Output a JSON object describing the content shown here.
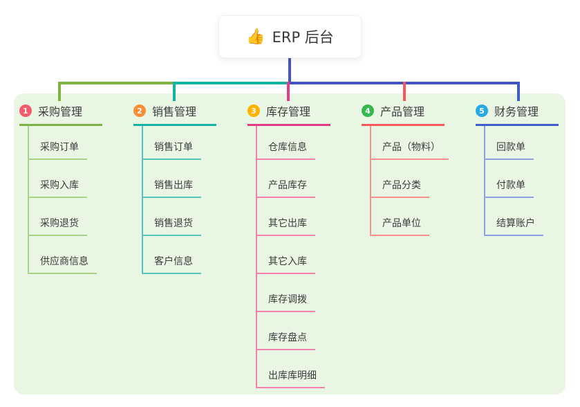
{
  "root": {
    "icon": "👍",
    "title": "ERP 后台",
    "connector_color": "#4456c5"
  },
  "canvas": {
    "background": "#ffffff",
    "panel_color": "#eaf6e4",
    "text_color": "#3c3c3c"
  },
  "bus": {
    "left_segment_color": "#7cb342",
    "middle_segment_color": "#14b3a4",
    "right_segment_color": "#4153c1"
  },
  "branches": [
    {
      "number": "1",
      "label": "采购管理",
      "badge_color": "#f4596c",
      "line_color": "#7cb342",
      "light_color": "#a8d285",
      "items": [
        "采购订单",
        "采购入库",
        "采购退货",
        "供应商信息"
      ]
    },
    {
      "number": "2",
      "label": "销售管理",
      "badge_color": "#fb8d34",
      "line_color": "#14b3a4",
      "light_color": "#56c6ba",
      "items": [
        "销售订单",
        "销售出库",
        "销售退货",
        "客户信息"
      ]
    },
    {
      "number": "3",
      "label": "库存管理",
      "badge_color": "#ffb300",
      "line_color": "#e23a86",
      "light_color": "#f282ab",
      "items": [
        "仓库信息",
        "产品库存",
        "其它出库",
        "其它入库",
        "库存调拨",
        "库存盘点",
        "出库库明细"
      ]
    },
    {
      "number": "4",
      "label": "产品管理",
      "badge_color": "#35b94e",
      "line_color": "#f8585c",
      "light_color": "#f9908f",
      "items": [
        "产品（物料）",
        "产品分类",
        "产品单位"
      ]
    },
    {
      "number": "5",
      "label": "财务管理",
      "badge_color": "#29a9e1",
      "line_color": "#3f5cc8",
      "light_color": "#8da2dd",
      "items": [
        "回款单",
        "付款单",
        "结算账户"
      ]
    }
  ]
}
